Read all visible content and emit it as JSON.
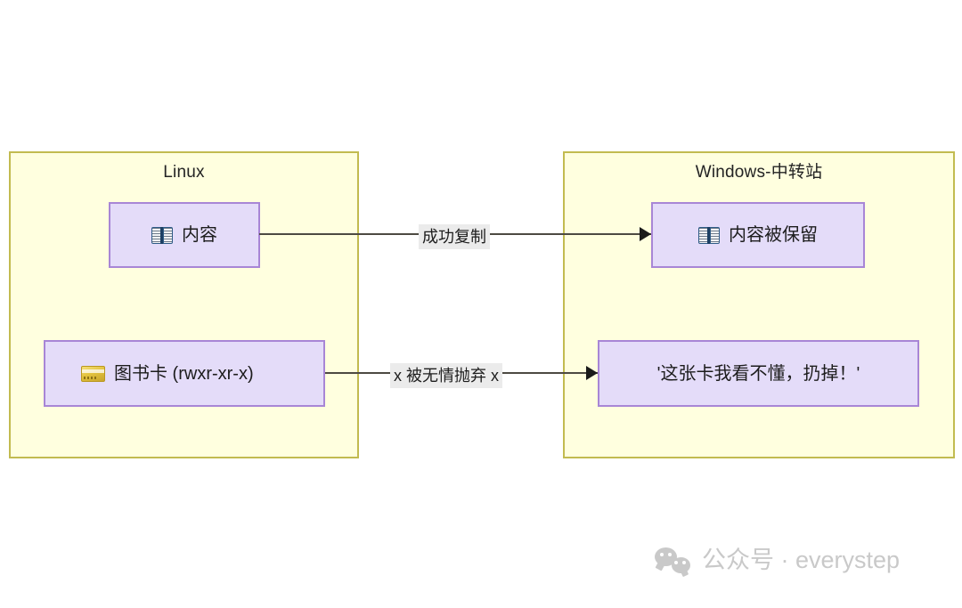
{
  "diagram": {
    "lanes": [
      {
        "id": "linux",
        "title": "Linux",
        "fill": "#ffffdf",
        "stroke": "#c2bb50"
      },
      {
        "id": "windows",
        "title": "Windows-中转站",
        "fill": "#ffffdf",
        "stroke": "#c2bb50"
      }
    ],
    "nodes": [
      {
        "id": "linux-content",
        "lane": "linux",
        "icon": "open-book-icon",
        "label": "内容",
        "fill": "#e4dcf9",
        "stroke": "#a886d6"
      },
      {
        "id": "windows-content",
        "lane": "windows",
        "icon": "open-book-icon",
        "label": "内容被保留",
        "fill": "#e4dcf9",
        "stroke": "#a886d6"
      },
      {
        "id": "linux-card",
        "lane": "linux",
        "icon": "credit-card-icon",
        "label": "图书卡 (rwxr-xr-x)",
        "fill": "#e4dcf9",
        "stroke": "#a886d6"
      },
      {
        "id": "windows-reject",
        "lane": "windows",
        "icon": "none",
        "label": "'这张卡我看不懂，扔掉！'",
        "fill": "#e4dcf9",
        "stroke": "#a886d6"
      }
    ],
    "edges": [
      {
        "id": "edge-copy-success",
        "from": "linux-content",
        "to": "windows-content",
        "label": "成功复制",
        "label_bg": "#ebebeb",
        "stroke": "#4d4a42"
      },
      {
        "id": "edge-card-discarded",
        "from": "linux-card",
        "to": "windows-reject",
        "label": "x 被无情抛弃 x",
        "label_bg": "#ebebeb",
        "stroke": "#4d4a42"
      }
    ]
  },
  "watermark": {
    "icon": "wechat-icon",
    "text": "公众号 · everystep",
    "color": "#c9c9c9"
  }
}
